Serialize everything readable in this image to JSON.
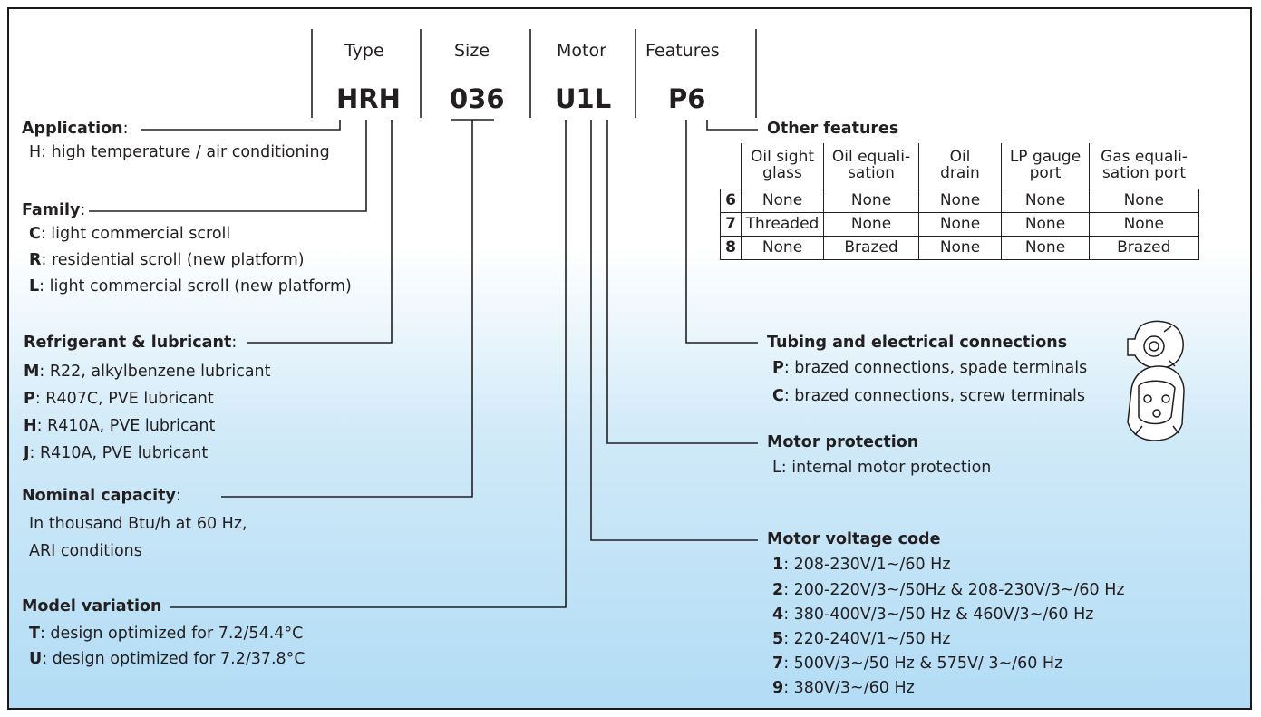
{
  "columns": [
    {
      "header": "Type",
      "code": "HRH"
    },
    {
      "header": "Size",
      "code": "036"
    },
    {
      "header": "Motor",
      "code": "U1L"
    },
    {
      "header": "Features",
      "code": "P6"
    }
  ],
  "left": [
    {
      "title": "Application",
      "colon": ":",
      "lines": [
        {
          "k": "",
          "v": "H: high temperature / air conditioning"
        }
      ]
    },
    {
      "title": "Family",
      "colon": ":",
      "lines": [
        {
          "k": "C",
          "v": ": light commercial scroll"
        },
        {
          "k": "R",
          "v": ": residential scroll (new platform)"
        },
        {
          "k": "L",
          "v": ": light commercial scroll (new platform)"
        }
      ]
    },
    {
      "title": "Refrigerant & lubricant",
      "colon": ":",
      "lines": [
        {
          "k": "M",
          "v": ": R22,  alkylbenzene lubricant"
        },
        {
          "k": "P",
          "v": ": R407C, PVE lubricant"
        },
        {
          "k": "H",
          "v": ": R410A, PVE lubricant"
        },
        {
          "k": "J",
          "v": ": R410A, PVE lubricant"
        }
      ]
    },
    {
      "title": "Nominal capacity",
      "colon": ":",
      "lines": [
        {
          "k": "",
          "v": "In thousand Btu/h at 60 Hz,"
        },
        {
          "k": "",
          "v": "ARI conditions"
        }
      ]
    },
    {
      "title": "Model variation",
      "colon": "",
      "lines": [
        {
          "k": "T",
          "v": ": design optimized for 7.2/54.4°C"
        },
        {
          "k": "U",
          "v": ": design optimized for 7.2/37.8°C"
        }
      ]
    }
  ],
  "other_features": {
    "title": "Other features",
    "headers": [
      "Oil sight glass",
      "Oil equali- sation",
      "Oil drain",
      "LP gauge port",
      "Gas equali- sation port"
    ],
    "header_lines": [
      [
        "Oil sight",
        "glass"
      ],
      [
        "Oil equali-",
        "sation"
      ],
      [
        "Oil",
        "drain"
      ],
      [
        "LP gauge",
        "port"
      ],
      [
        "Gas equali-",
        "sation port"
      ]
    ],
    "rows": [
      {
        "code": "6",
        "cells": [
          "None",
          "None",
          "None",
          "None",
          "None"
        ]
      },
      {
        "code": "7",
        "cells": [
          "Threaded",
          "None",
          "None",
          "None",
          "None"
        ]
      },
      {
        "code": "8",
        "cells": [
          "None",
          "Brazed",
          "None",
          "None",
          "Brazed"
        ]
      }
    ]
  },
  "tubing": {
    "title": "Tubing and electrical connections",
    "lines": [
      {
        "k": "P",
        "v": ": brazed connections, spade terminals"
      },
      {
        "k": "C",
        "v": ": brazed connections, screw terminals"
      }
    ]
  },
  "motor_protection": {
    "title": "Motor protection",
    "lines": [
      {
        "k": "",
        "v": "L: internal motor protection"
      }
    ]
  },
  "motor_voltage": {
    "title": "Motor voltage code",
    "lines": [
      {
        "k": "1",
        "v": ": 208-230V/1~/60 Hz"
      },
      {
        "k": "2",
        "v": ": 200-220V/3~/50Hz & 208-230V/3~/60 Hz"
      },
      {
        "k": "4",
        "v": ": 380-400V/3~/50 Hz & 460V/3~/60 Hz"
      },
      {
        "k": "5",
        "v": ": 220-240V/1~/50 Hz"
      },
      {
        "k": "7",
        "v": ": 500V/3~/50 Hz & 575V/ 3~/60 Hz"
      },
      {
        "k": "9",
        "v": ": 380V/3~/60 Hz"
      }
    ]
  }
}
